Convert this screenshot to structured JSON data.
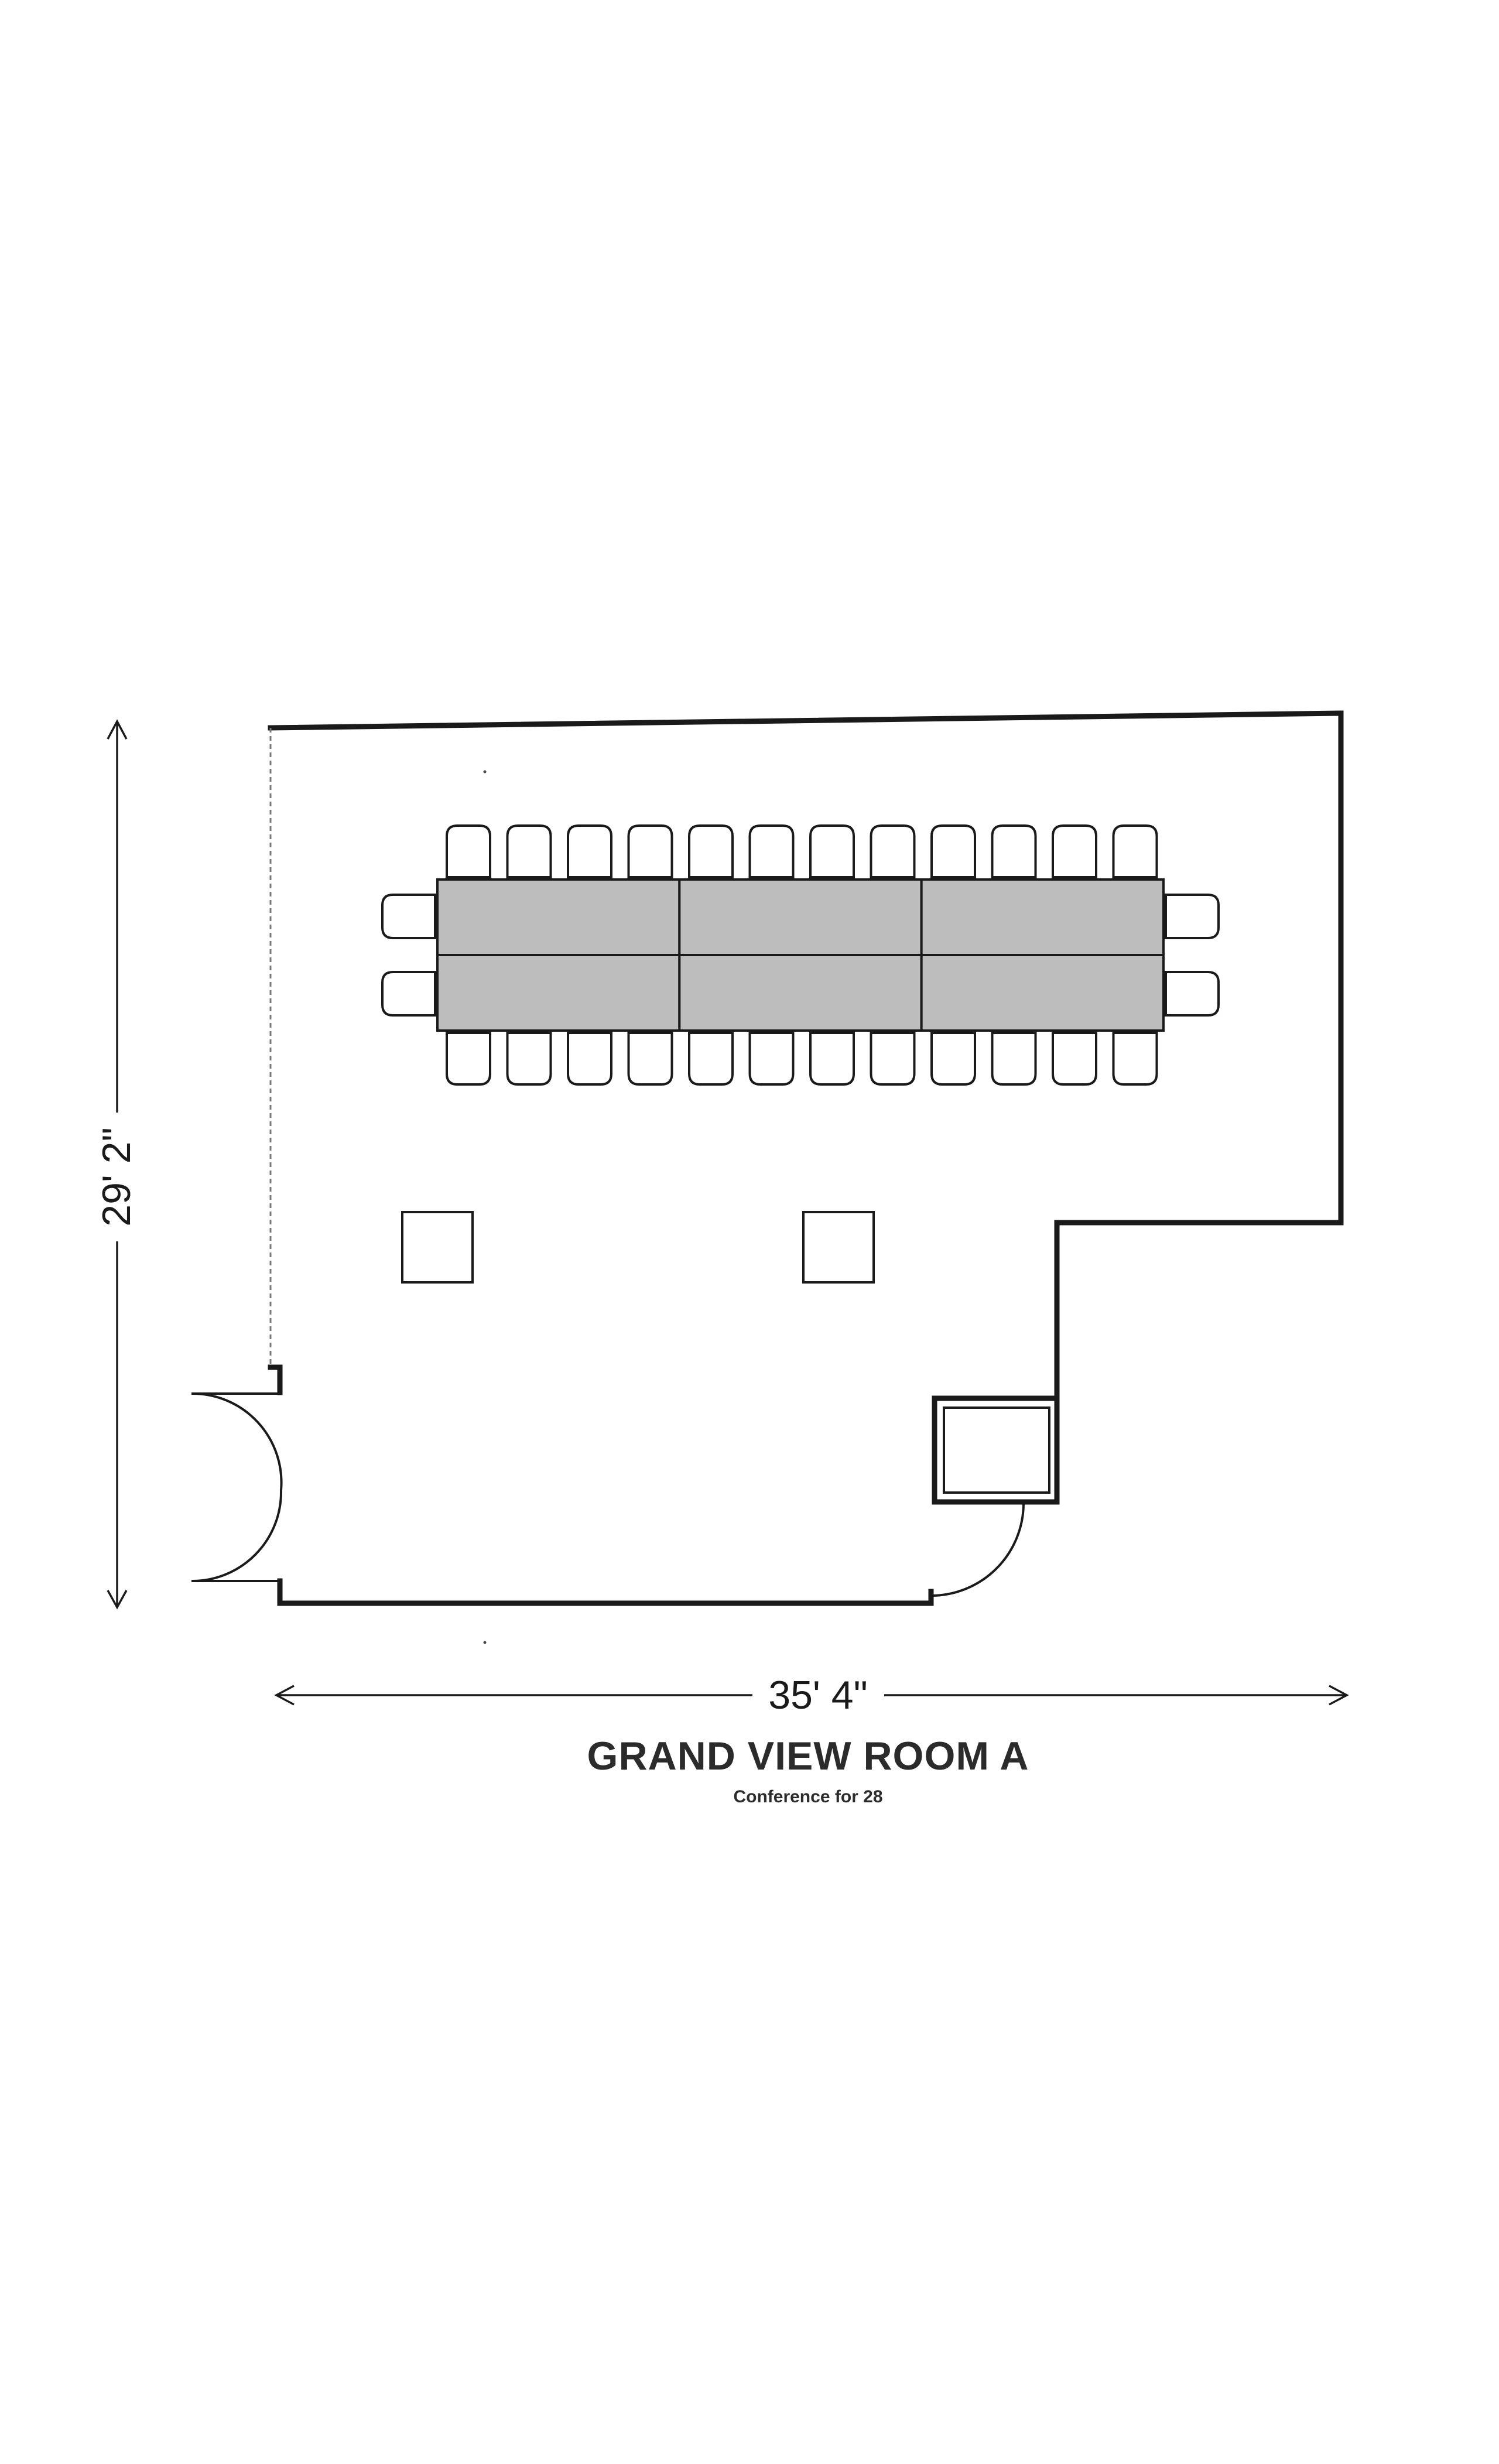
{
  "room": {
    "title": "GRAND VIEW ROOM A",
    "subtitle": "Conference for 28"
  },
  "dimensions": {
    "width_label": "35' 4\"",
    "height_label": "29' 2\""
  },
  "layout": {
    "setup": "conference",
    "tables": 6,
    "seats": 28
  },
  "colors": {
    "wall": "#1a1a1a",
    "table_fill": "#bdbdbd",
    "text": "#2b2b2b"
  }
}
